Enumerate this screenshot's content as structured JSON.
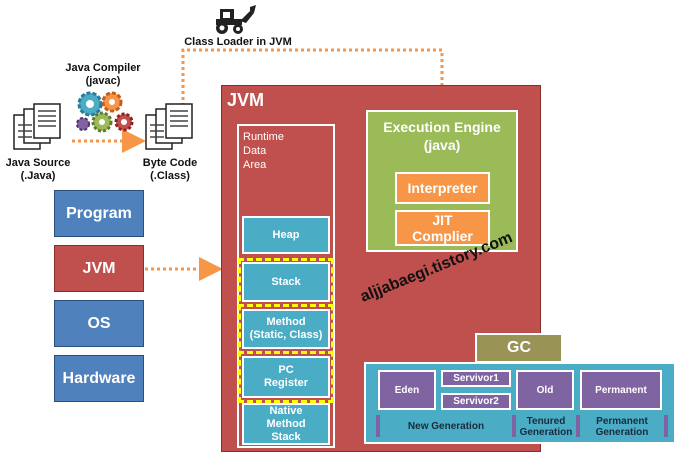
{
  "top": {
    "class_loader": "Class Loader in JVM",
    "compiler": "Java Compiler\n(javac)",
    "java_source": "Java Source\n(.Java)",
    "byte_code": "Byte Code\n(.Class)"
  },
  "layers": {
    "program": "Program",
    "jvm": "JVM",
    "os": "OS",
    "hardware": "Hardware"
  },
  "jvm": {
    "title": "JVM",
    "runtime_area": "Runtime\nData\nArea",
    "heap": "Heap",
    "stack": "Stack",
    "method": "Method\n(Static, Class)",
    "pc_register": "PC\nRegister",
    "native_stack": "Native\nMethod\nStack"
  },
  "engine": {
    "title": "Execution Engine\n(java)",
    "interpreter": "Interpreter",
    "jit": "JIT\nComplier"
  },
  "watermark": "aljjabaegi.tistory.com",
  "gc": {
    "title": "GC",
    "eden": "Eden",
    "servivor1": "Servivor1",
    "servivor2": "Servivor2",
    "old": "Old",
    "permanent": "Permanent",
    "new_generation": "New Generation",
    "tenured_generation": "Tenured\nGeneration",
    "permanent_generation": "Permanent\nGeneration"
  },
  "colors": {
    "jvm_red": "#c0504d",
    "engine_green": "#9bbb59",
    "stack_teal": "#4bacc6",
    "layer_blue": "#4f81bd",
    "accent_orange": "#f79646",
    "gc_olive": "#9a9356",
    "highlight_yellow": "#ffff00"
  }
}
